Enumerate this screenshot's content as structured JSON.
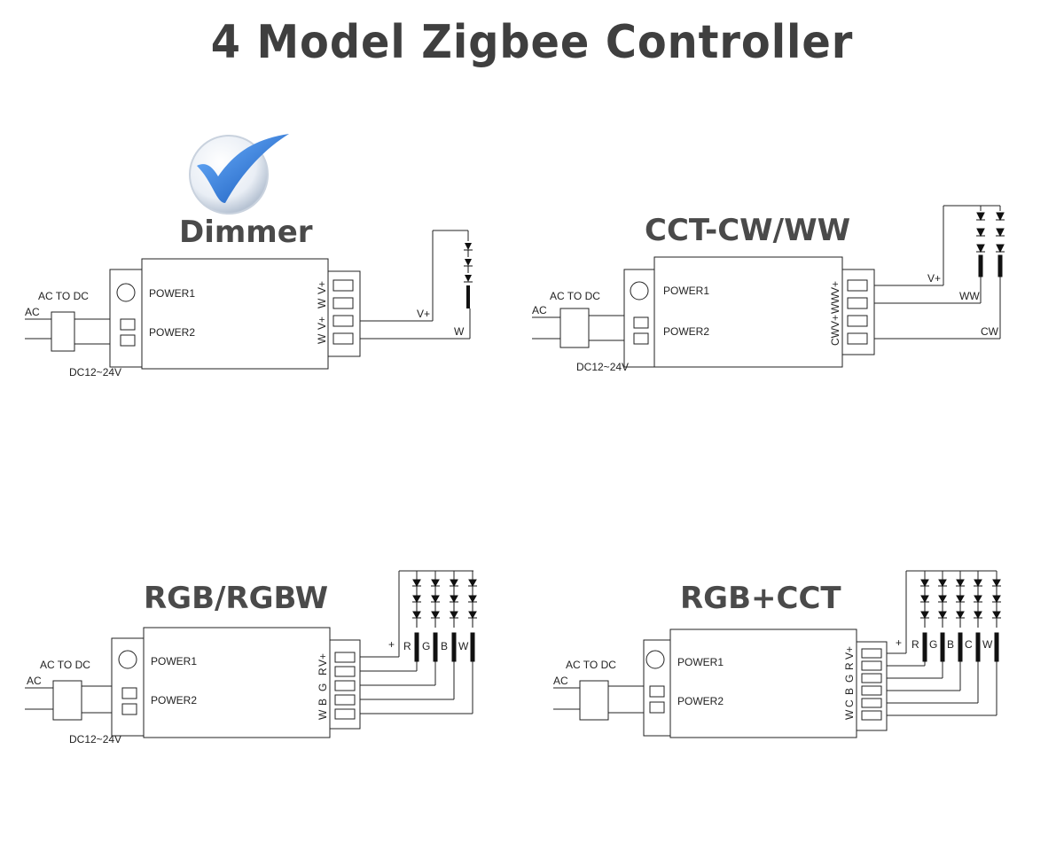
{
  "title": "4 Model Zigbee Controller",
  "accent_check_color": "#1f6fd1",
  "panels": [
    {
      "name": "Dimmer",
      "selected": true,
      "icon": "checkmark-icon",
      "ac_label": "AC",
      "ac_to_dc_label": "AC TO DC",
      "dc_label": "DC12~24V",
      "power1_label": "POWER1",
      "power2_label": "POWER2",
      "terminals": [
        "V+",
        "W",
        "V+",
        "W"
      ],
      "wire_labels": [
        "V+",
        "W"
      ]
    },
    {
      "name": "CCT-CW/WW",
      "ac_label": "AC",
      "ac_to_dc_label": "AC TO DC",
      "dc_label": "DC12~24V",
      "power1_label": "POWER1",
      "power2_label": "POWER2",
      "terminals": [
        "V+",
        "WW",
        "V+",
        "CW"
      ],
      "wire_labels": [
        "V+",
        "WW",
        "CW"
      ]
    },
    {
      "name": "RGB/RGBW",
      "ac_label": "AC",
      "ac_to_dc_label": "AC TO DC",
      "dc_label": "DC12~24V",
      "power1_label": "POWER1",
      "power2_label": "POWER2",
      "terminals": [
        "V+",
        "R",
        "G",
        "B",
        "W"
      ],
      "wire_labels": [
        "+",
        "R",
        "G",
        "B",
        "W"
      ]
    },
    {
      "name": "RGB+CCT",
      "ac_label": "AC",
      "ac_to_dc_label": "AC TO DC",
      "power1_label": "POWER1",
      "power2_label": "POWER2",
      "terminals": [
        "V+",
        "R",
        "G",
        "B",
        "C",
        "W"
      ],
      "wire_labels": [
        "+",
        "R",
        "G",
        "B",
        "C",
        "W"
      ]
    }
  ]
}
